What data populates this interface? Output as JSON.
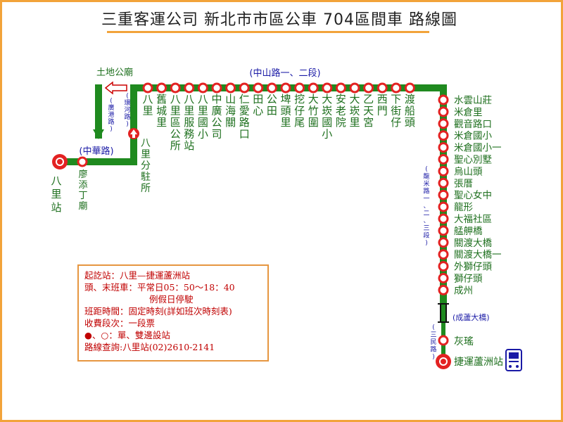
{
  "title": "三重客運公司 新北市市區公車 704區間車 路線圖",
  "roads": {
    "zhongshan": "(中山路一、二段)",
    "zhonghua": "(中華路)",
    "longmi": "(龍米路一、二、三段)",
    "chengpu": "(成蘆大橋)",
    "sanmin": "(三民路)",
    "guangang": "(廣港路)",
    "huanhe": "(環河路)"
  },
  "stations": {
    "terminal_start": "八里站",
    "terminal_end": "捷運蘆洲站",
    "tudigong": "土地公廟",
    "liaotian": "廖添丁廟",
    "fenzhu": "八里分駐所",
    "top_row": [
      "八里",
      "舊城里",
      "八里區公所",
      "八里服務站",
      "八里國小",
      "中廣公司",
      "山海關",
      "仁愛路口",
      "田心",
      "公田",
      "埤頭里",
      "挖仔尾",
      "大竹圍",
      "大崁國小",
      "安老院",
      "大崁里",
      "乙天宮",
      "西門",
      "下街仔",
      "渡船頭"
    ],
    "right_col": [
      "水雲山莊",
      "米倉里",
      "觀音路口",
      "米倉國小",
      "米倉國小一",
      "聖心別墅",
      "烏山頭",
      "張厝",
      "聖心女中",
      "龍形",
      "大福社區",
      "艋舺橋",
      "關渡大橋",
      "關渡大橋一",
      "外獅仔頭",
      "獅仔頭",
      "成州"
    ],
    "huiyao": "灰瑤"
  },
  "info": {
    "line1": "起訖站：八里—捷運蘆洲站",
    "line2": "頭、末班車：平常日05：50～18：40",
    "line3": "例假日停駛",
    "line4": "班距時間：固定時刻(詳如班次時刻表)",
    "line5": "收費段次：一段票",
    "line6": "●、○：單、雙邊設站",
    "line7": "路線查詢:八里站(02)2610-2141"
  },
  "colors": {
    "route": "#1f8a1f",
    "stop": "#e32222",
    "road_label": "#1a1aa6",
    "station_label": "#1d6f1d",
    "frame": "#f2a33a"
  }
}
